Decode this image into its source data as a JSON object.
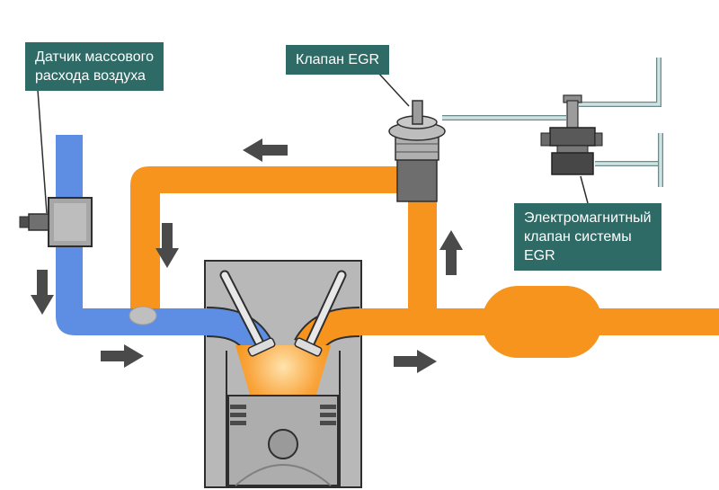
{
  "labels": {
    "maf_sensor": {
      "text": "Датчик массового\nрасхода воздуха"
    },
    "egr_valve": {
      "text": "Клапан EGR"
    },
    "egr_solenoid": {
      "text": "Электромагнитный\nклапан системы\nEGR"
    }
  },
  "colors": {
    "background": "#FFFFFF",
    "label_background": "#2E6B66",
    "label_text": "#FFFFFF",
    "intake_air_pipe": "#5E8EE3",
    "exhaust_gas_pipe": "#F7941D",
    "engine_body": "#B8B8B8",
    "flow_arrow": "#4A4A4A",
    "vacuum_hose": "#CFE3E3"
  }
}
